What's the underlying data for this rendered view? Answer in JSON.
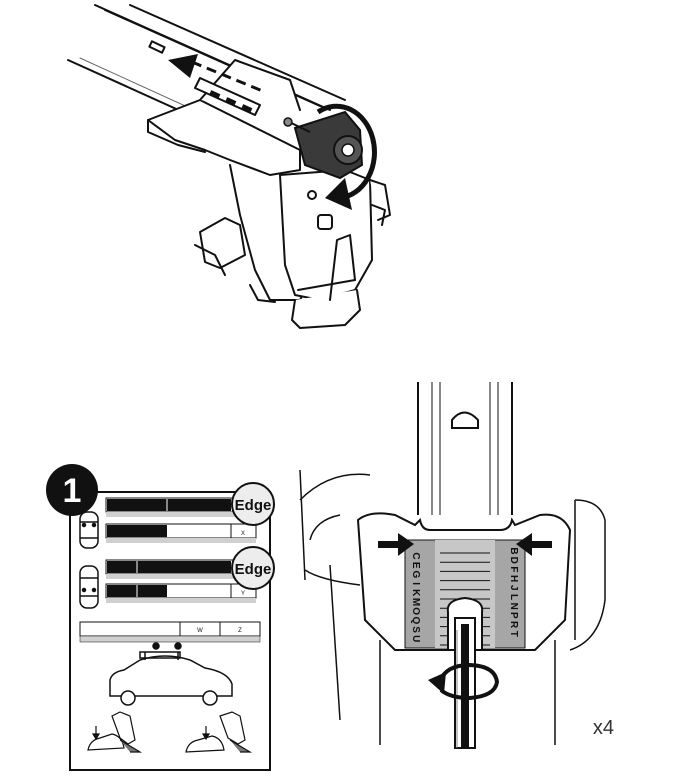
{
  "step": {
    "number": "1"
  },
  "card": {
    "badge_top": "Edge",
    "badge_bottom": "Edge",
    "col_x": "X",
    "col_y": "Y",
    "col_w": "W",
    "col_z": "Z"
  },
  "scale": {
    "left_letters": [
      "C",
      "E",
      "G",
      "I",
      "K",
      "M",
      "O",
      "Q",
      "S",
      "U"
    ],
    "right_letters": [
      "B",
      "D",
      "F",
      "H",
      "J",
      "L",
      "N",
      "P",
      "R",
      "T"
    ]
  },
  "quantity": "x4",
  "colors": {
    "ink": "#111111",
    "gray": "#8c8c8c",
    "lightgray": "#c9c9c9",
    "badge": "#ededed"
  },
  "icons": [
    "arrow-push-icon",
    "rotate-arrow-icon",
    "press-arrow-icon",
    "screwdriver-icon"
  ]
}
